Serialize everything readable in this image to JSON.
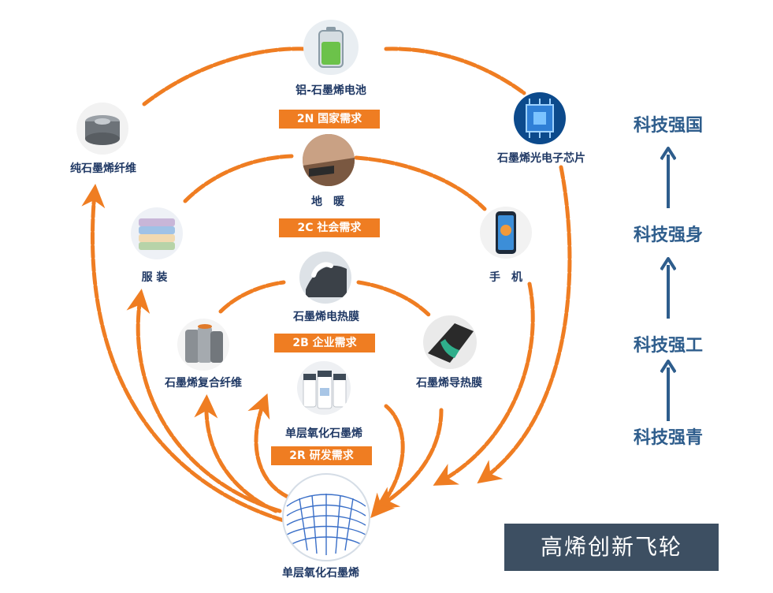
{
  "nodes": {
    "battery": "铝-石墨烯电池",
    "fiber_pure": "纯石墨烯纤维",
    "chip": "石墨烯光电子芯片",
    "floor_heat": "地　暖",
    "clothing": "服 装",
    "phone": "手　机",
    "heat_film": "石墨烯电热膜",
    "composite_fiber": "石墨烯复合纤维",
    "thermal_film": "石墨烯导热膜",
    "oxide_top": "单层氧化石墨烯",
    "oxide_bottom": "单层氧化石墨烯"
  },
  "tiers": {
    "n2": "2N 国家需求",
    "c2": "2C 社会需求",
    "b2": "2B 企业需求",
    "r2": "2R 研发需求"
  },
  "ladder": [
    "科技强国",
    "科技强身",
    "科技强工",
    "科技强青"
  ],
  "title": "高烯创新飞轮",
  "colors": {
    "accent": "#ef7d22",
    "label": "#1f3864",
    "ladder": "#2e5d8c",
    "title_bg": "#3d4f62"
  },
  "icons": [
    "battery-icon",
    "graphite-cylinder-icon",
    "chip-icon",
    "floor-icon",
    "shirt-stack-icon",
    "phone-icon",
    "film-icon",
    "fiber-spool-icon",
    "thermal-film-icon",
    "bottles-icon",
    "graphene-lattice-icon"
  ]
}
